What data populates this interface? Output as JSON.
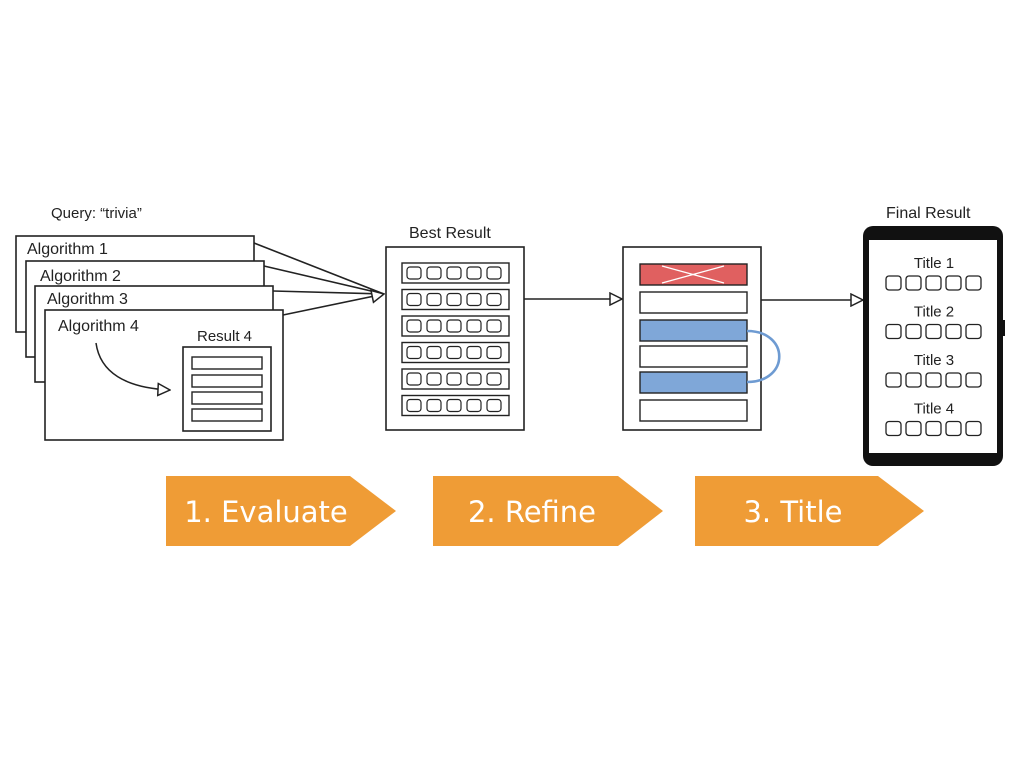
{
  "query": "Query: “trivia”",
  "algorithms": [
    "Algorithm 1",
    "Algorithm 2",
    "Algorithm 3",
    "Algorithm 4"
  ],
  "result_label": "Result 4",
  "best_result_label": "Best Result",
  "final_result_label": "Final Result",
  "phone_titles": [
    "Title 1",
    "Title 2",
    "Title 3",
    "Title 4"
  ],
  "steps": [
    "1. Evaluate",
    "2. Refine",
    "3. Title"
  ],
  "colors": {
    "step_fill": "#EF9C36",
    "rejected_row": "#E06060",
    "merged_row": "#7FA7D8",
    "merge_arc": "#6E9BD2",
    "outline": "#222222",
    "phone_body": "#111111"
  }
}
